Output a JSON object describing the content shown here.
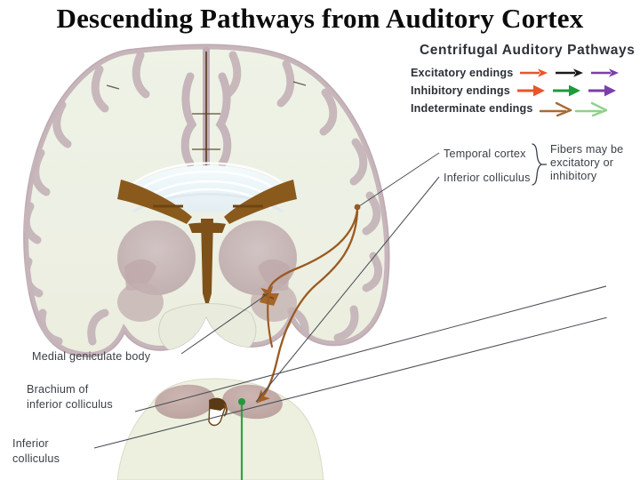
{
  "slide": {
    "title": "Descending Pathways from Auditory Cortex",
    "background_color": "#ffffff",
    "title_color": "#0b0b0b"
  },
  "legend": {
    "title": "Centrifugal Auditory Pathways",
    "text_color": "#2c3138",
    "rows": [
      {
        "label": "Excitatory endings",
        "style": "thin-solid",
        "arrow_colors": [
          "#e8552b",
          "#1a1a1a",
          "#7b3fa8"
        ]
      },
      {
        "label": "Inhibitory endings",
        "style": "thick-solid",
        "arrow_colors": [
          "#e8552b",
          "#1f9a3c",
          "#7b3fa8"
        ]
      },
      {
        "label": "Indeterminate endings",
        "style": "open-chevron",
        "arrow_colors": [
          "#a96b35",
          "#8fd18a"
        ]
      }
    ]
  },
  "annotations": {
    "temporal_cortex": "Temporal cortex",
    "inferior_colliculus_right": "Inferior colliculus",
    "brace_note": "Fibers may be excitatory or inhibitory",
    "medial_geniculate_body": "Medial geniculate body",
    "brachium_of_inferior_colliculus": "Brachium\nof inferior\ncolliculus",
    "inferior_colliculus_left": "Inferior\ncolliculus",
    "label_color": "#3a3f46"
  },
  "figure": {
    "type": "anatomical-illustration",
    "views": [
      {
        "name": "coronal-brain-section",
        "description": "Coronal section of cerebrum showing cortex, corpus callosum, lateral ventricles, thalamus and medial geniculate body"
      },
      {
        "name": "brainstem-cross-section",
        "description": "Cross section of midbrain showing inferior colliculi and cerebral aqueduct"
      }
    ],
    "pathways": [
      {
        "name": "cortico-collicular-descending",
        "color": "#9a5a22",
        "ending": "arrowhead",
        "from": "temporal cortex",
        "to": "inferior colliculus"
      },
      {
        "name": "cortico-geniculate-descending",
        "color": "#9a5a22",
        "ending": "arrowhead",
        "from": "temporal cortex",
        "to": "medial geniculate body"
      },
      {
        "name": "collicular-descending",
        "color": "#1f9a3c",
        "ending": "terminal-bouton",
        "from": "inferior colliculus",
        "to": "lower brainstem"
      }
    ],
    "tissue_colors": {
      "cortex_gray_matter": "#c9bcc0",
      "white_matter": "#eef1e6",
      "corpus_callosum": "#e8f2f5",
      "ventricle": "#8a5a20",
      "thalamus": "#c7b6b8",
      "colliculus": "#c3ada7"
    }
  }
}
